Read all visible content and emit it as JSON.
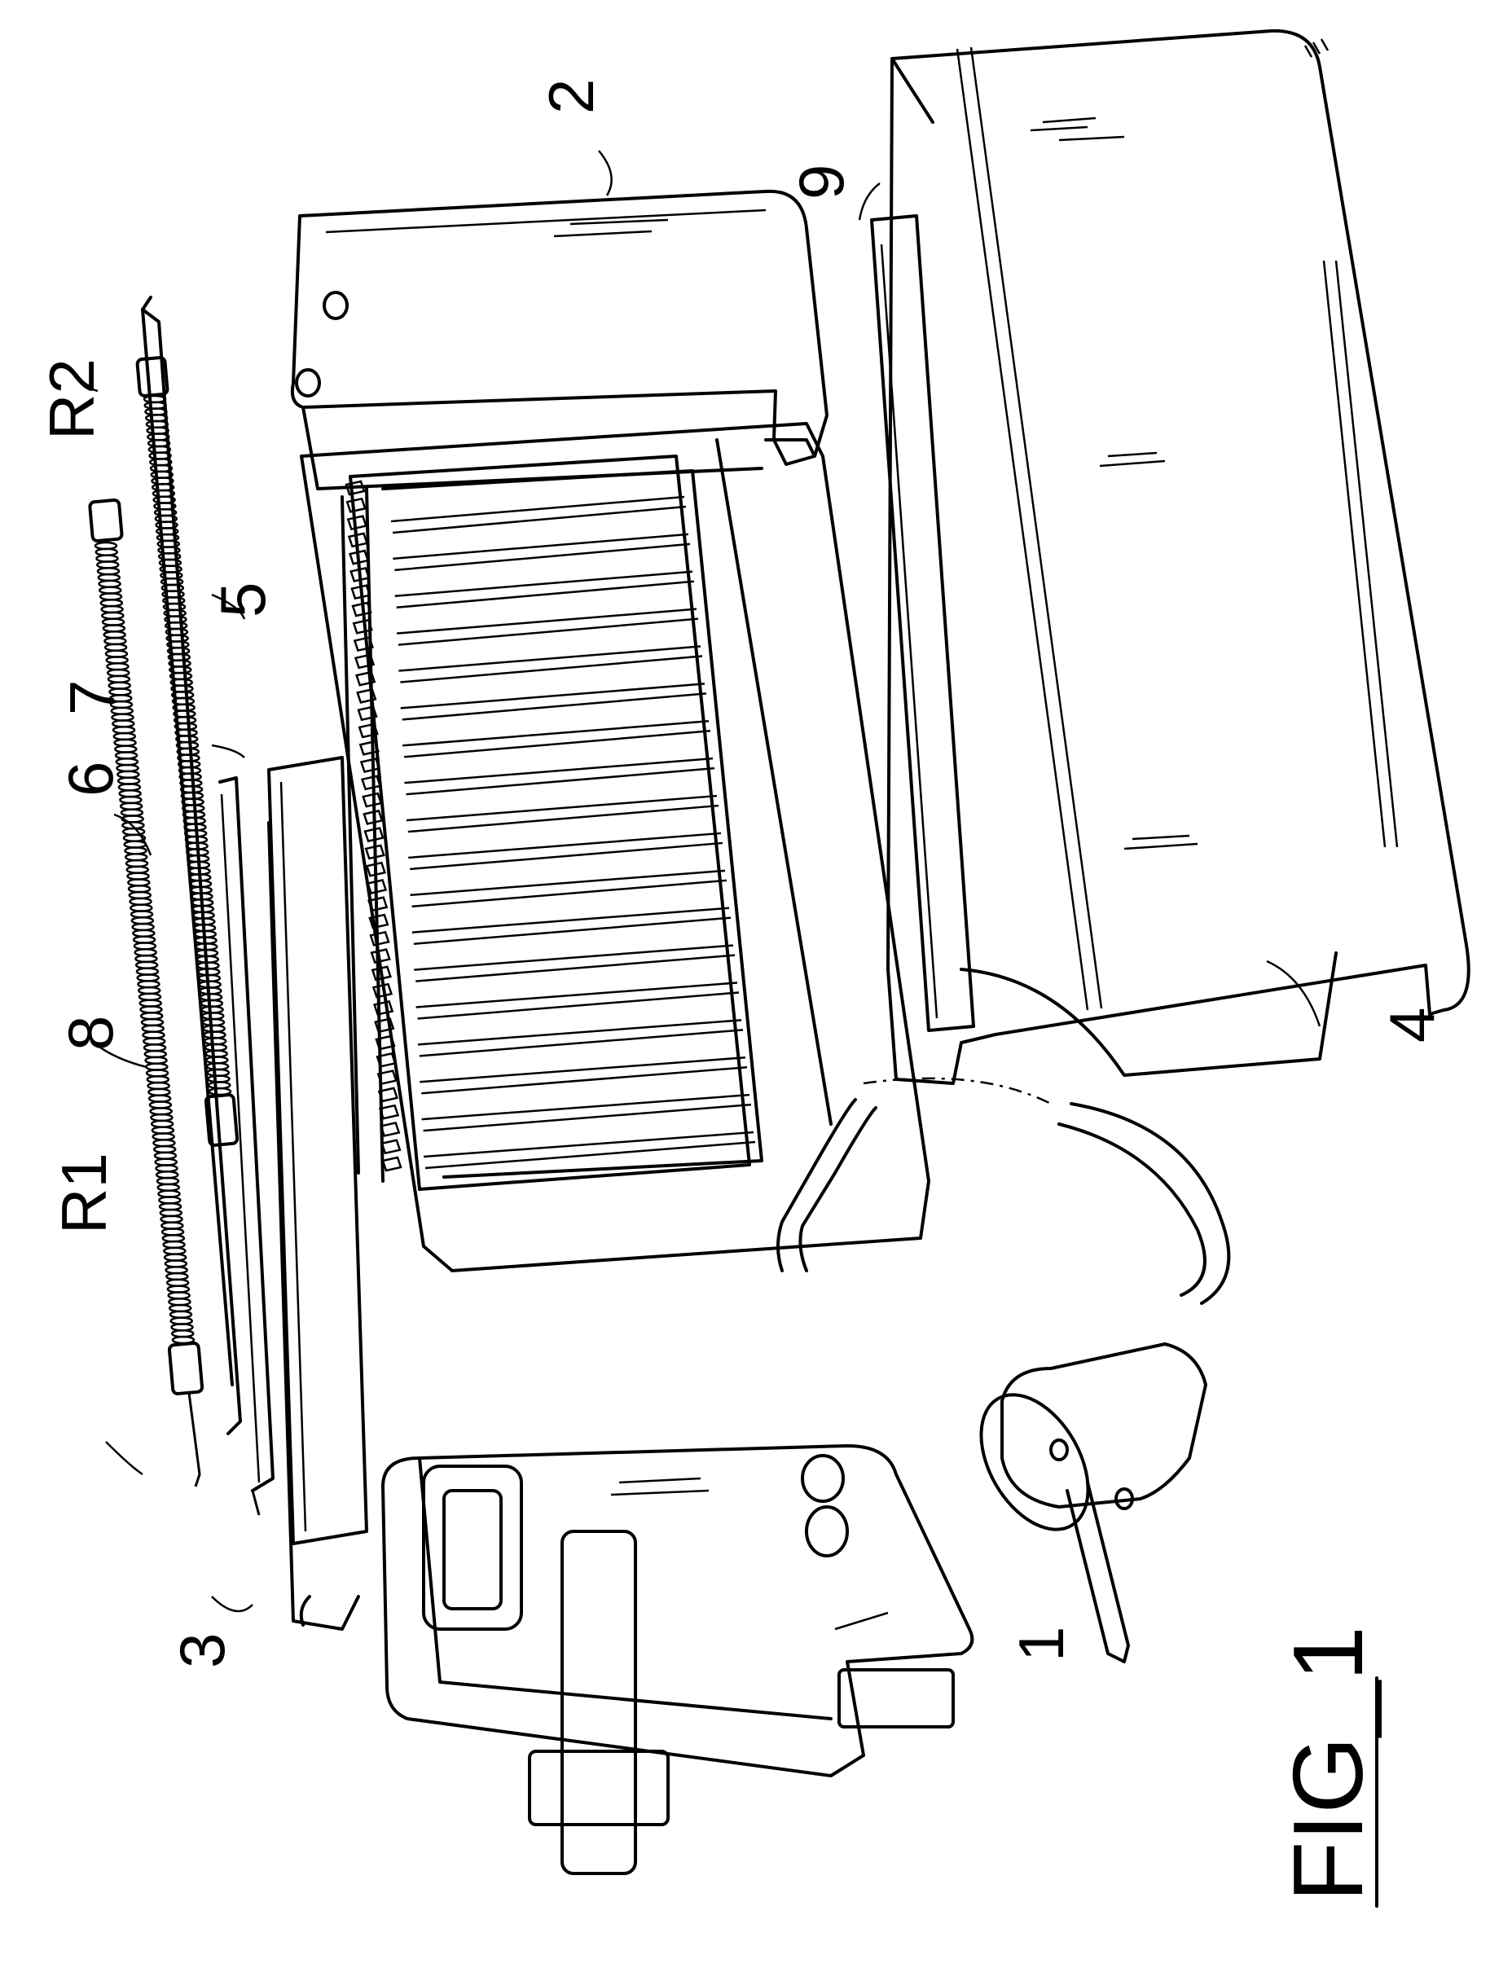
{
  "figure_title": "FIG_1",
  "labels": {
    "l1": "1",
    "l2": "2",
    "l3": "3",
    "l4": "4",
    "l5": "5",
    "l6": "6",
    "l7": "7",
    "l8": "8",
    "l9": "9",
    "r1": "R1",
    "r2": "R2"
  },
  "colors": {
    "ink": "#000000",
    "paper": "#ffffff"
  }
}
